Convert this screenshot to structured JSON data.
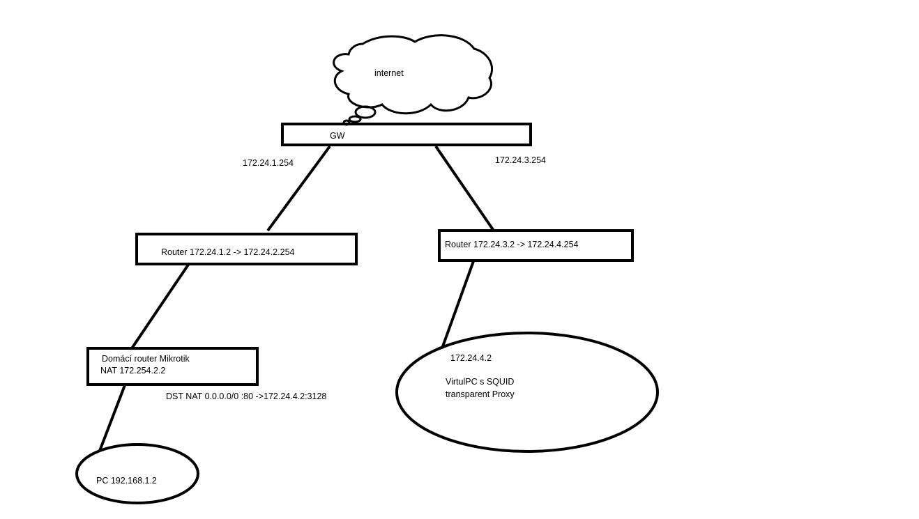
{
  "internet": {
    "label": "internet"
  },
  "gw": {
    "label": "GW",
    "left_ip": "172.24.1.254",
    "right_ip": "172.24.3.254"
  },
  "router_left": {
    "label": "Router 172.24.1.2 -> 172.24.2.254"
  },
  "router_right": {
    "label": "Router 172.24.3.2 -> 172.24.4.254"
  },
  "home_router": {
    "line1": "Domácí router Mikrotik",
    "line2": "NAT 172.254.2.2",
    "dst_nat": "DST NAT 0.0.0.0/0 :80 ->172.24.4.2:3128"
  },
  "pc": {
    "label": "PC 192.168.1.2"
  },
  "proxy": {
    "ip": "172.24.4.2",
    "line1": "VirtulPC s SQUID",
    "line2": "transparent Proxy"
  }
}
